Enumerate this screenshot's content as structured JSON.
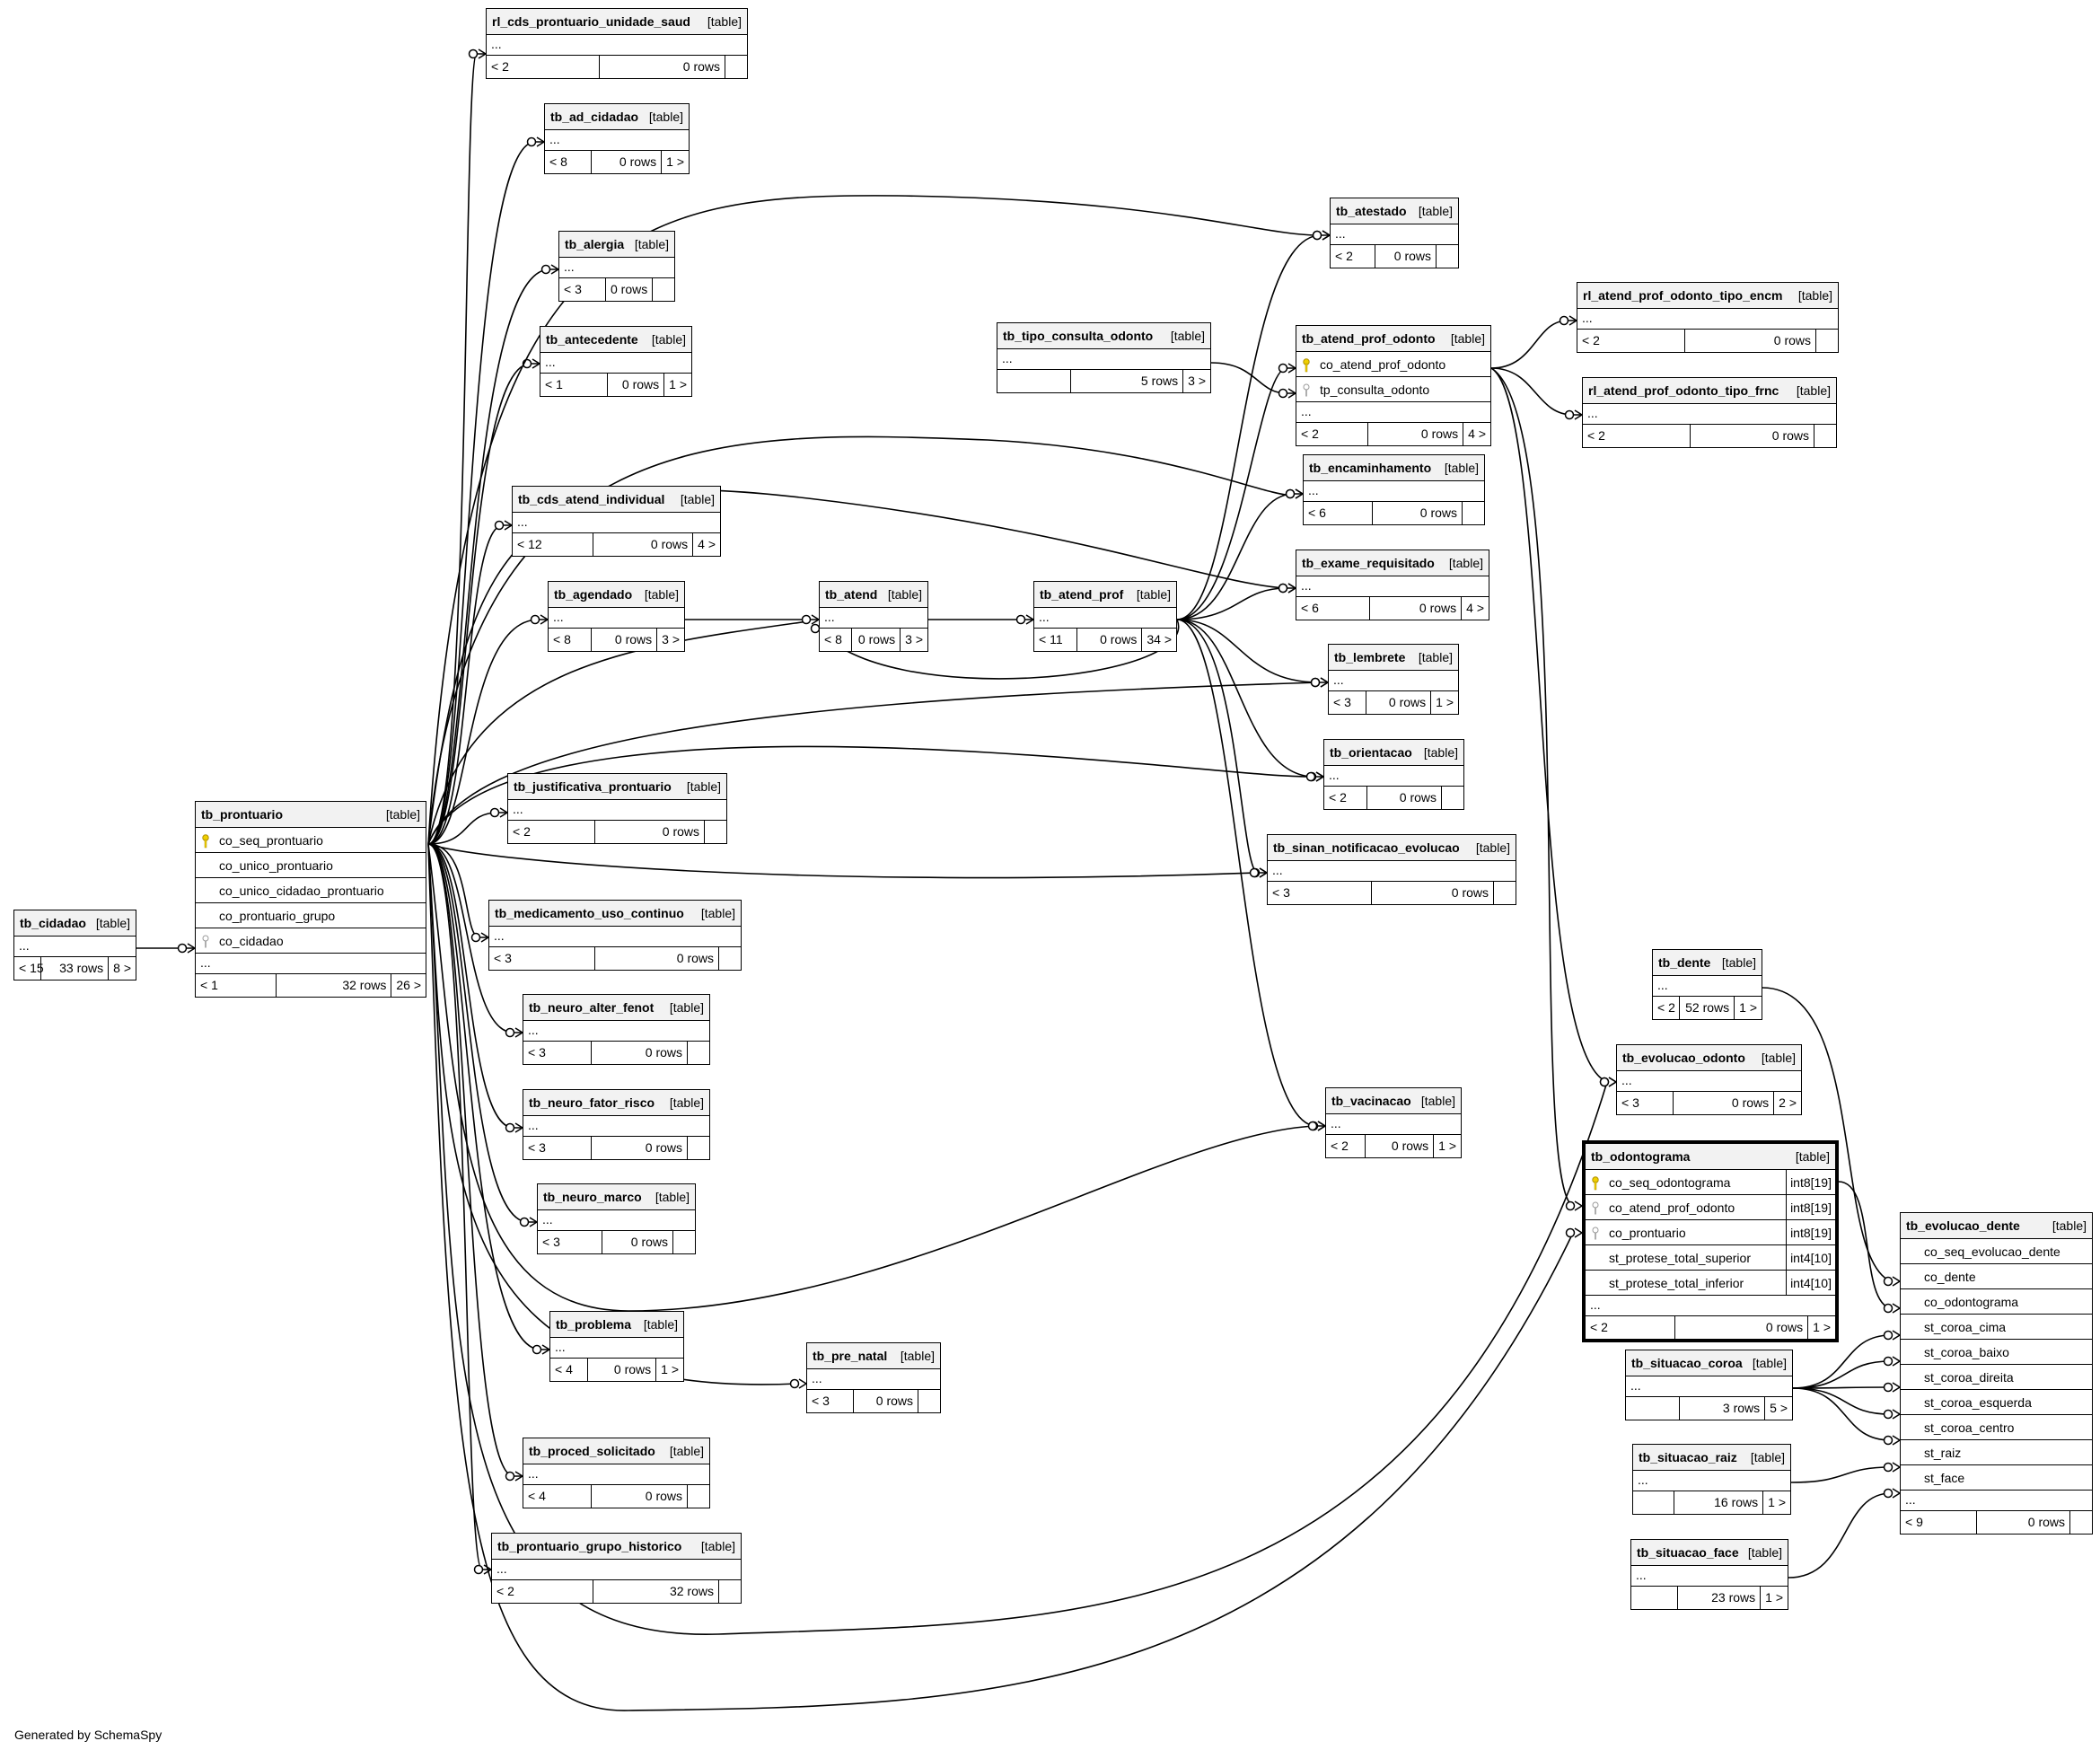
{
  "footer_credit": "Generated by SchemaSpy",
  "type_label": "[table]",
  "ellipsis": "...",
  "tables": {
    "rl_cds_prontuario_unidade_saud": {
      "name": "rl_cds_prontuario_unidade_saud",
      "ftr": [
        "< 2",
        "0 rows",
        ""
      ]
    },
    "tb_ad_cidadao": {
      "name": "tb_ad_cidadao",
      "ftr": [
        "< 8",
        "0 rows",
        "1 >"
      ]
    },
    "tb_alergia": {
      "name": "tb_alergia",
      "ftr": [
        "< 3",
        "0 rows",
        ""
      ]
    },
    "tb_antecedente": {
      "name": "tb_antecedente",
      "ftr": [
        "< 1",
        "0 rows",
        "1 >"
      ]
    },
    "tb_cds_atend_individual": {
      "name": "tb_cds_atend_individual",
      "ftr": [
        "< 12",
        "0 rows",
        "4 >"
      ]
    },
    "tb_agendado": {
      "name": "tb_agendado",
      "ftr": [
        "< 8",
        "0 rows",
        "3 >"
      ]
    },
    "tb_atend": {
      "name": "tb_atend",
      "ftr": [
        "< 8",
        "0 rows",
        "3 >"
      ]
    },
    "tb_atend_prof": {
      "name": "tb_atend_prof",
      "ftr": [
        "< 11",
        "0 rows",
        "34 >"
      ]
    },
    "tb_justificativa_prontuario": {
      "name": "tb_justificativa_prontuario",
      "ftr": [
        "< 2",
        "0 rows",
        ""
      ]
    },
    "tb_prontuario": {
      "name": "tb_prontuario",
      "columns": [
        {
          "name": "co_seq_prontuario",
          "key": "pk"
        },
        {
          "name": "co_unico_prontuario",
          "key": ""
        },
        {
          "name": "co_unico_cidadao_prontuario",
          "key": ""
        },
        {
          "name": "co_prontuario_grupo",
          "key": ""
        },
        {
          "name": "co_cidadao",
          "key": "fk"
        }
      ],
      "ftr": [
        "< 1",
        "32 rows",
        "26 >"
      ]
    },
    "tb_cidadao": {
      "name": "tb_cidadao",
      "ftr": [
        "< 15",
        "33 rows",
        "8 >"
      ]
    },
    "tb_medicamento_uso_continuo": {
      "name": "tb_medicamento_uso_continuo",
      "ftr": [
        "< 3",
        "0 rows",
        ""
      ]
    },
    "tb_neuro_alter_fenot": {
      "name": "tb_neuro_alter_fenot",
      "ftr": [
        "< 3",
        "0 rows",
        ""
      ]
    },
    "tb_neuro_fator_risco": {
      "name": "tb_neuro_fator_risco",
      "ftr": [
        "< 3",
        "0 rows",
        ""
      ]
    },
    "tb_neuro_marco": {
      "name": "tb_neuro_marco",
      "ftr": [
        "< 3",
        "0 rows",
        ""
      ]
    },
    "tb_problema": {
      "name": "tb_problema",
      "ftr": [
        "< 4",
        "0 rows",
        "1 >"
      ]
    },
    "tb_pre_natal": {
      "name": "tb_pre_natal",
      "ftr": [
        "< 3",
        "0 rows",
        ""
      ]
    },
    "tb_proced_solicitado": {
      "name": "tb_proced_solicitado",
      "ftr": [
        "< 4",
        "0 rows",
        ""
      ]
    },
    "tb_prontuario_grupo_historico": {
      "name": "tb_prontuario_grupo_historico",
      "ftr": [
        "< 2",
        "32 rows",
        ""
      ]
    },
    "tb_atestado": {
      "name": "tb_atestado",
      "ftr": [
        "< 2",
        "0 rows",
        ""
      ]
    },
    "tb_tipo_consulta_odonto": {
      "name": "tb_tipo_consulta_odonto",
      "ftr": [
        "",
        "5 rows",
        "3 >"
      ]
    },
    "tb_atend_prof_odonto": {
      "name": "tb_atend_prof_odonto",
      "columns": [
        {
          "name": "co_atend_prof_odonto",
          "key": "pk"
        },
        {
          "name": "tp_consulta_odonto",
          "key": "fk"
        }
      ],
      "ftr": [
        "< 2",
        "0 rows",
        "4 >"
      ]
    },
    "rl_atend_prof_odonto_tipo_encm": {
      "name": "rl_atend_prof_odonto_tipo_encm",
      "ftr": [
        "< 2",
        "0 rows",
        ""
      ]
    },
    "rl_atend_prof_odonto_tipo_frnc": {
      "name": "rl_atend_prof_odonto_tipo_frnc",
      "ftr": [
        "< 2",
        "0 rows",
        ""
      ]
    },
    "tb_encaminhamento": {
      "name": "tb_encaminhamento",
      "ftr": [
        "< 6",
        "0 rows",
        ""
      ]
    },
    "tb_exame_requisitado": {
      "name": "tb_exame_requisitado",
      "ftr": [
        "< 6",
        "0 rows",
        "4 >"
      ]
    },
    "tb_lembrete": {
      "name": "tb_lembrete",
      "ftr": [
        "< 3",
        "0 rows",
        "1 >"
      ]
    },
    "tb_orientacao": {
      "name": "tb_orientacao",
      "ftr": [
        "< 2",
        "0 rows",
        ""
      ]
    },
    "tb_sinan_notificacao_evolucao": {
      "name": "tb_sinan_notificacao_evolucao",
      "ftr": [
        "< 3",
        "0 rows",
        ""
      ]
    },
    "tb_vacinacao": {
      "name": "tb_vacinacao",
      "ftr": [
        "< 2",
        "0 rows",
        "1 >"
      ]
    },
    "tb_dente": {
      "name": "tb_dente",
      "ftr": [
        "< 2",
        "52 rows",
        "1 >"
      ]
    },
    "tb_evolucao_odonto": {
      "name": "tb_evolucao_odonto",
      "ftr": [
        "< 3",
        "0 rows",
        "2 >"
      ]
    },
    "tb_odontograma": {
      "name": "tb_odontograma",
      "columns": [
        {
          "name": "co_seq_odontograma",
          "key": "pk",
          "type": "int8[19]"
        },
        {
          "name": "co_atend_prof_odonto",
          "key": "fk",
          "type": "int8[19]"
        },
        {
          "name": "co_prontuario",
          "key": "fk",
          "type": "int8[19]"
        },
        {
          "name": "st_protese_total_superior",
          "key": "",
          "type": "int4[10]"
        },
        {
          "name": "st_protese_total_inferior",
          "key": "",
          "type": "int4[10]"
        }
      ],
      "ftr": [
        "< 2",
        "0 rows",
        "1 >"
      ]
    },
    "tb_evolucao_dente": {
      "name": "tb_evolucao_dente",
      "columns": [
        {
          "name": "co_seq_evolucao_dente",
          "key": ""
        },
        {
          "name": "co_dente",
          "key": ""
        },
        {
          "name": "co_odontograma",
          "key": ""
        },
        {
          "name": "st_coroa_cima",
          "key": ""
        },
        {
          "name": "st_coroa_baixo",
          "key": ""
        },
        {
          "name": "st_coroa_direita",
          "key": ""
        },
        {
          "name": "st_coroa_esquerda",
          "key": ""
        },
        {
          "name": "st_coroa_centro",
          "key": ""
        },
        {
          "name": "st_raiz",
          "key": ""
        },
        {
          "name": "st_face",
          "key": ""
        }
      ],
      "ftr": [
        "< 9",
        "0 rows",
        ""
      ]
    },
    "tb_situacao_coroa": {
      "name": "tb_situacao_coroa",
      "ftr": [
        "",
        "3 rows",
        "5 >"
      ]
    },
    "tb_situacao_raiz": {
      "name": "tb_situacao_raiz",
      "ftr": [
        "",
        "16 rows",
        "1 >"
      ]
    },
    "tb_situacao_face": {
      "name": "tb_situacao_face",
      "ftr": [
        "",
        "23 rows",
        "1 >"
      ]
    }
  }
}
